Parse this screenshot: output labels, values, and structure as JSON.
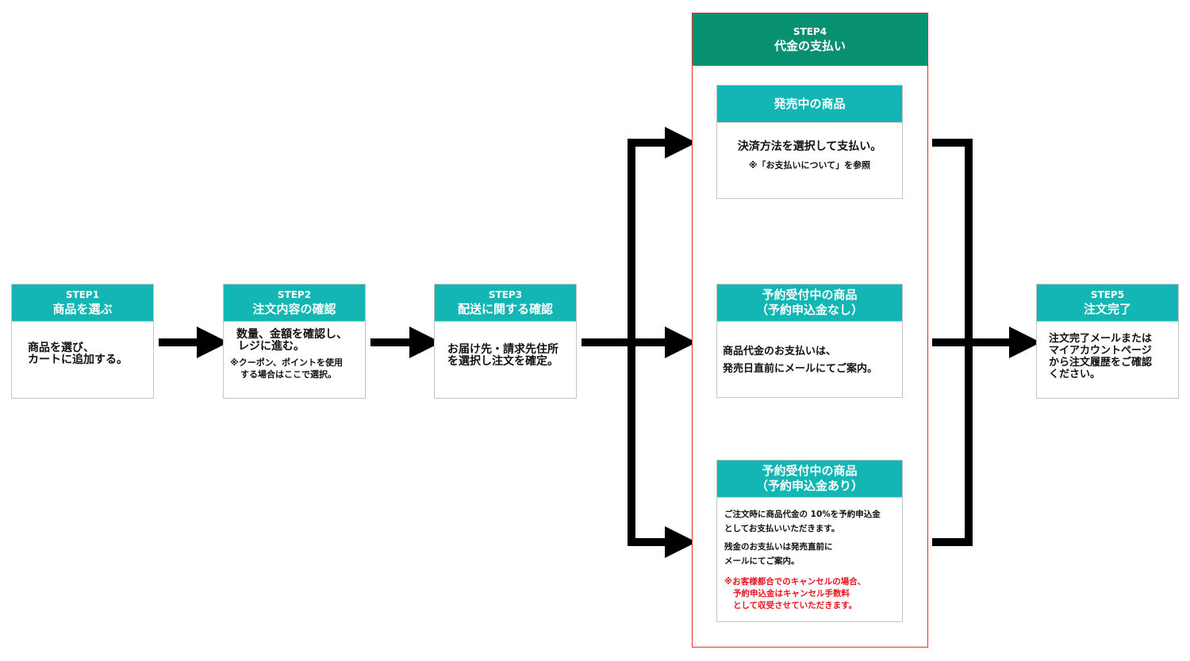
{
  "step1": {
    "step": "STEP1",
    "title": "商品を選ぶ",
    "body": [
      "商品を選び、",
      "カートに追加する。"
    ]
  },
  "step2": {
    "step": "STEP2",
    "title": "注文内容の確認",
    "body": [
      "数量、金額を確認し、",
      "レジに進む。"
    ],
    "note": [
      "※クーポン、ポイントを使用",
      "する場合はここで選択。"
    ]
  },
  "step3": {
    "step": "STEP3",
    "title": "配送に関する確認",
    "body": [
      "お届け先・請求先住所",
      "を選択し注文を確定。"
    ]
  },
  "step4": {
    "step": "STEP4",
    "title": "代金の支払い",
    "on_sale": {
      "title": "発売中の商品",
      "body": "決済方法を選択して支払い。",
      "note": "※「お支払いについて」を参照"
    },
    "preorder_no_deposit": {
      "title": [
        "予約受付中の商品",
        "（予約申込金なし）"
      ],
      "body": [
        "商品代金のお支払いは、",
        "発売日直前にメールにてご案内。"
      ]
    },
    "preorder_deposit": {
      "title": [
        "予約受付中の商品",
        "（予約申込金あり）"
      ],
      "body1": [
        "ご注文時に商品代金の 10%を予約申込金",
        "としてお支払いいただきます。"
      ],
      "body2": [
        "残金のお支払いは発売直前に",
        "メールにてご案内。"
      ],
      "warning": [
        "※お客様都合でのキャンセルの場合、",
        "予約申込金はキャンセル手数料",
        "として収受させていただきます。"
      ]
    }
  },
  "step5": {
    "step": "STEP5",
    "title": "注文完了",
    "body": [
      "注文完了メールまたは",
      "マイアカウントページ",
      "から注文履歴をご確認",
      "ください。"
    ]
  },
  "colors": {
    "header_teal": "#14b5b5",
    "header_green": "#079170",
    "frame_red": "#d9342b",
    "warning_red": "#e8141e",
    "arrow": "#000000"
  }
}
